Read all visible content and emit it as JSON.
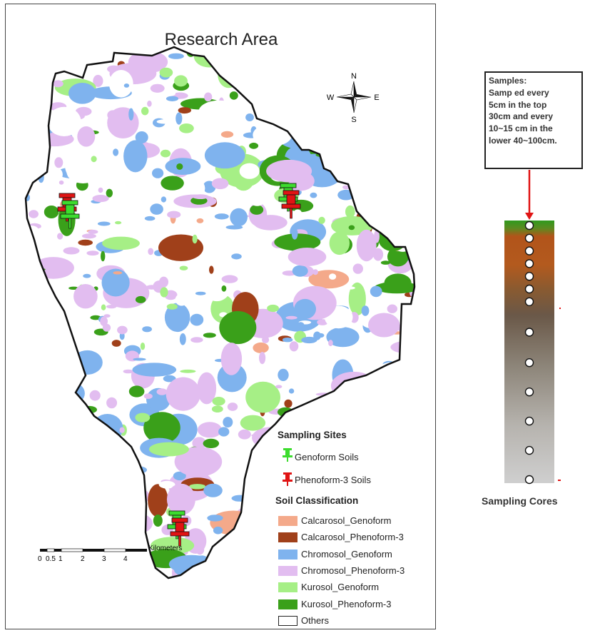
{
  "map": {
    "title": "Research Area",
    "compass": {
      "n": "N",
      "s": "S",
      "e": "E",
      "w": "W"
    },
    "sites": [
      {
        "name": "west-site",
        "markers": [
          "red",
          "green"
        ]
      },
      {
        "name": "northeast-site",
        "markers": [
          "green",
          "red"
        ]
      },
      {
        "name": "south-site",
        "markers": [
          "green",
          "red"
        ]
      }
    ],
    "scale_bar": {
      "unit": "Kilometers",
      "ticks": [
        "0",
        "0.5",
        "1",
        "2",
        "3",
        "4"
      ]
    }
  },
  "legend": {
    "sampling_title": "Sampling Sites",
    "sampling": [
      {
        "label": "Genoform Soils",
        "color": "#3ddc2e",
        "icon": "green-pushpin-icon"
      },
      {
        "label": "Phenoform-3 Soils",
        "color": "#e01414",
        "icon": "red-pushpin-icon"
      }
    ],
    "soil_title": "Soil Classification",
    "soils": [
      {
        "label": "Calcarosol_Genoform",
        "color": "#f4a98a"
      },
      {
        "label": "Calcarosol_Phenoform-3",
        "color": "#a0401a"
      },
      {
        "label": "Chromosol_Genoform",
        "color": "#7fb3ee"
      },
      {
        "label": "Chromosol_Phenoform-3",
        "color": "#e2bdf0"
      },
      {
        "label": "Kurosol_Genoform",
        "color": "#a6ef86"
      },
      {
        "label": "Kurosol_Phenoform-3",
        "color": "#3aa01a"
      },
      {
        "label": "Others",
        "color": "#ffffff"
      }
    ]
  },
  "samples_box": {
    "heading": "Samples:",
    "lines": [
      "Samp ed every",
      "5cm in the top",
      "30cm and every",
      "10~15 cm in the",
      "lower 40~100cm."
    ]
  },
  "core": {
    "caption": "Sampling Cores",
    "sample_count": 13
  }
}
